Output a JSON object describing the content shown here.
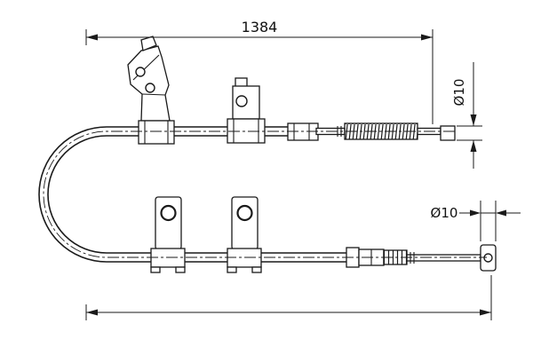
{
  "diagram": {
    "type": "technical-drawing",
    "subject": "parking brake cable with brackets, spring sleeve and end fittings",
    "background_color": "#ffffff",
    "line_color": "#1a1a1a",
    "labels": {
      "overall_length": "1384",
      "upper_end_diameter": "Ø10",
      "lower_end_diameter": "Ø10"
    }
  }
}
